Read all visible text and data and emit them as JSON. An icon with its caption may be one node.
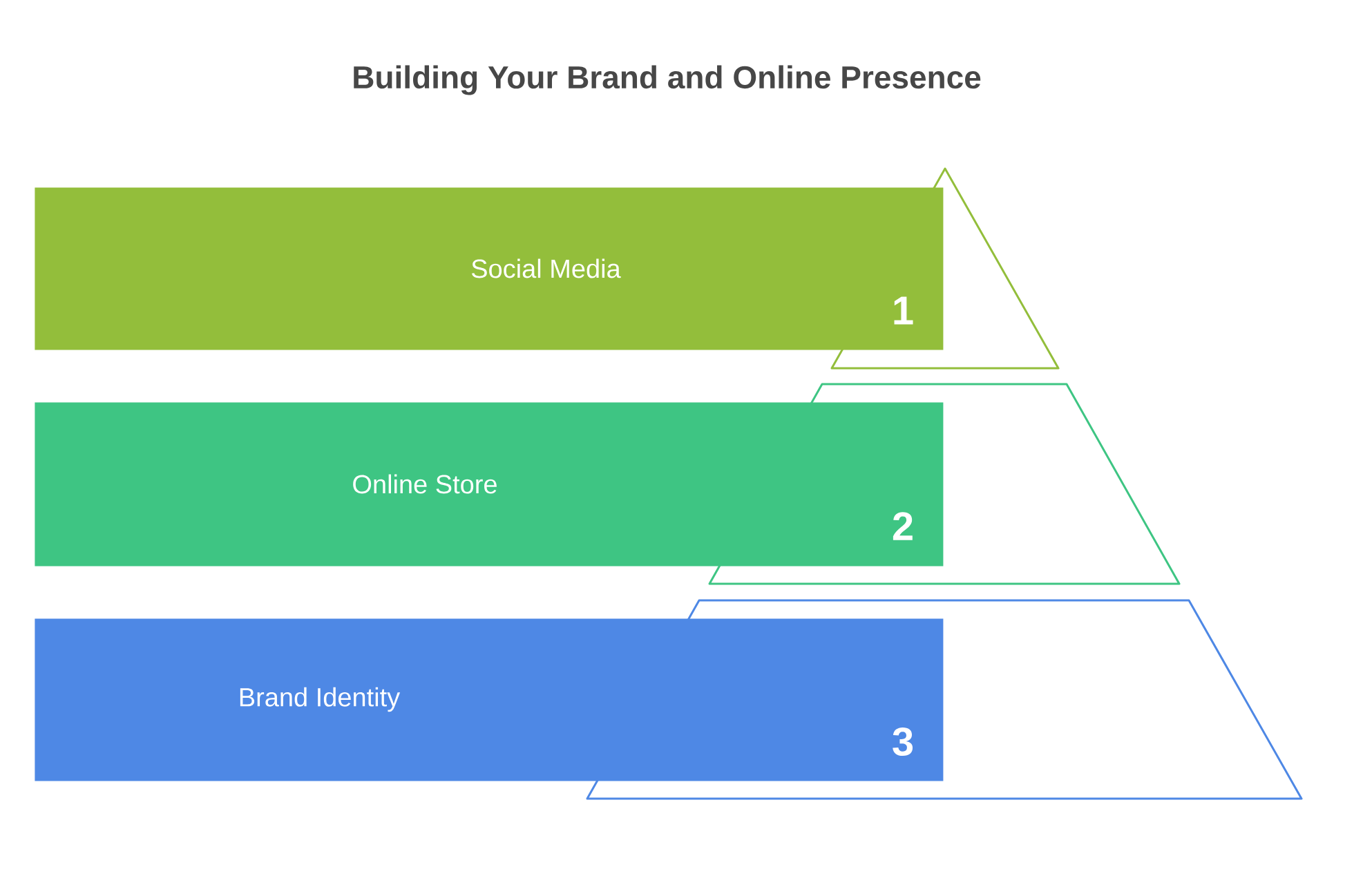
{
  "diagram": {
    "title": "Building Your Brand and Online Presence",
    "nodes": [
      {
        "text": [
          "Social Media",
          "1"
        ]
      },
      {
        "text": [
          "Online Store",
          "2"
        ]
      },
      {
        "text": [
          "Brand Identity",
          "3"
        ]
      }
    ]
  }
}
